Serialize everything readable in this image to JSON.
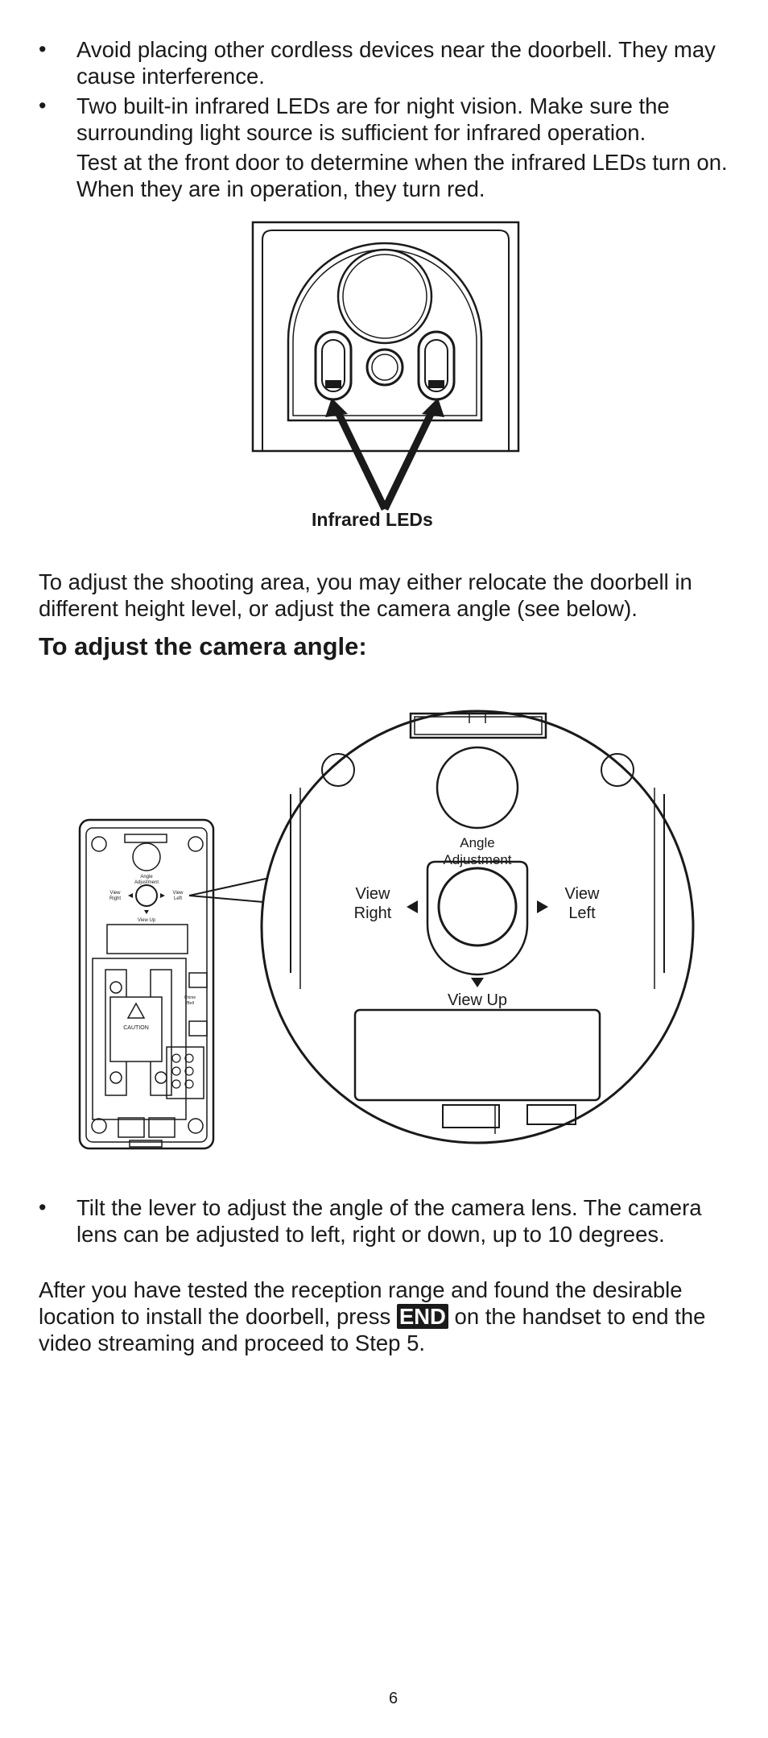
{
  "bullets_top": [
    {
      "marker": "•",
      "text": "Avoid placing other cordless devices near the doorbell. They may cause interference."
    },
    {
      "marker": "•",
      "text": "Two built-in infrared LEDs are for night vision. Make sure the surrounding light source is sufficient for infrared operation."
    }
  ],
  "bullet_note": "Test at the front door to determine when the infrared LEDs turn on. When they are in operation, they turn red.",
  "figure1": {
    "caption": "Infrared LEDs"
  },
  "para_adjust": "To adjust the shooting area, you may either relocate the doorbell in different height level, or adjust the camera angle (see below).",
  "heading": "To adjust the camera angle:",
  "figure2": {
    "angle_label_1": "Angle",
    "angle_label_2": "Adjustment",
    "view_right_1": "View",
    "view_right_2": "Right",
    "view_left_1": "View",
    "view_left_2": "Left",
    "view_up": "View Up",
    "small_angle_1": "Angle",
    "small_angle_2": "Adjustment",
    "small_view_right_1": "View",
    "small_view_right_2": "Right",
    "small_view_left_1": "View",
    "small_view_left_2": "Left",
    "small_view_up": "View Up",
    "small_caution": "CAUTION",
    "small_chime_1": "Chime",
    "small_chime_2": "/Bell"
  },
  "bullet_tilt": {
    "marker": "•",
    "text": "Tilt the lever to adjust the angle of the camera lens. The camera lens can be adjusted to left, right or down, up to 10 degrees."
  },
  "para_end": {
    "before": "After you have tested the reception range and found the desirable location to install the doorbell, press ",
    "key": "END",
    "after": " on the handset to end the video streaming and proceed to Step 5."
  },
  "page_number": "6"
}
